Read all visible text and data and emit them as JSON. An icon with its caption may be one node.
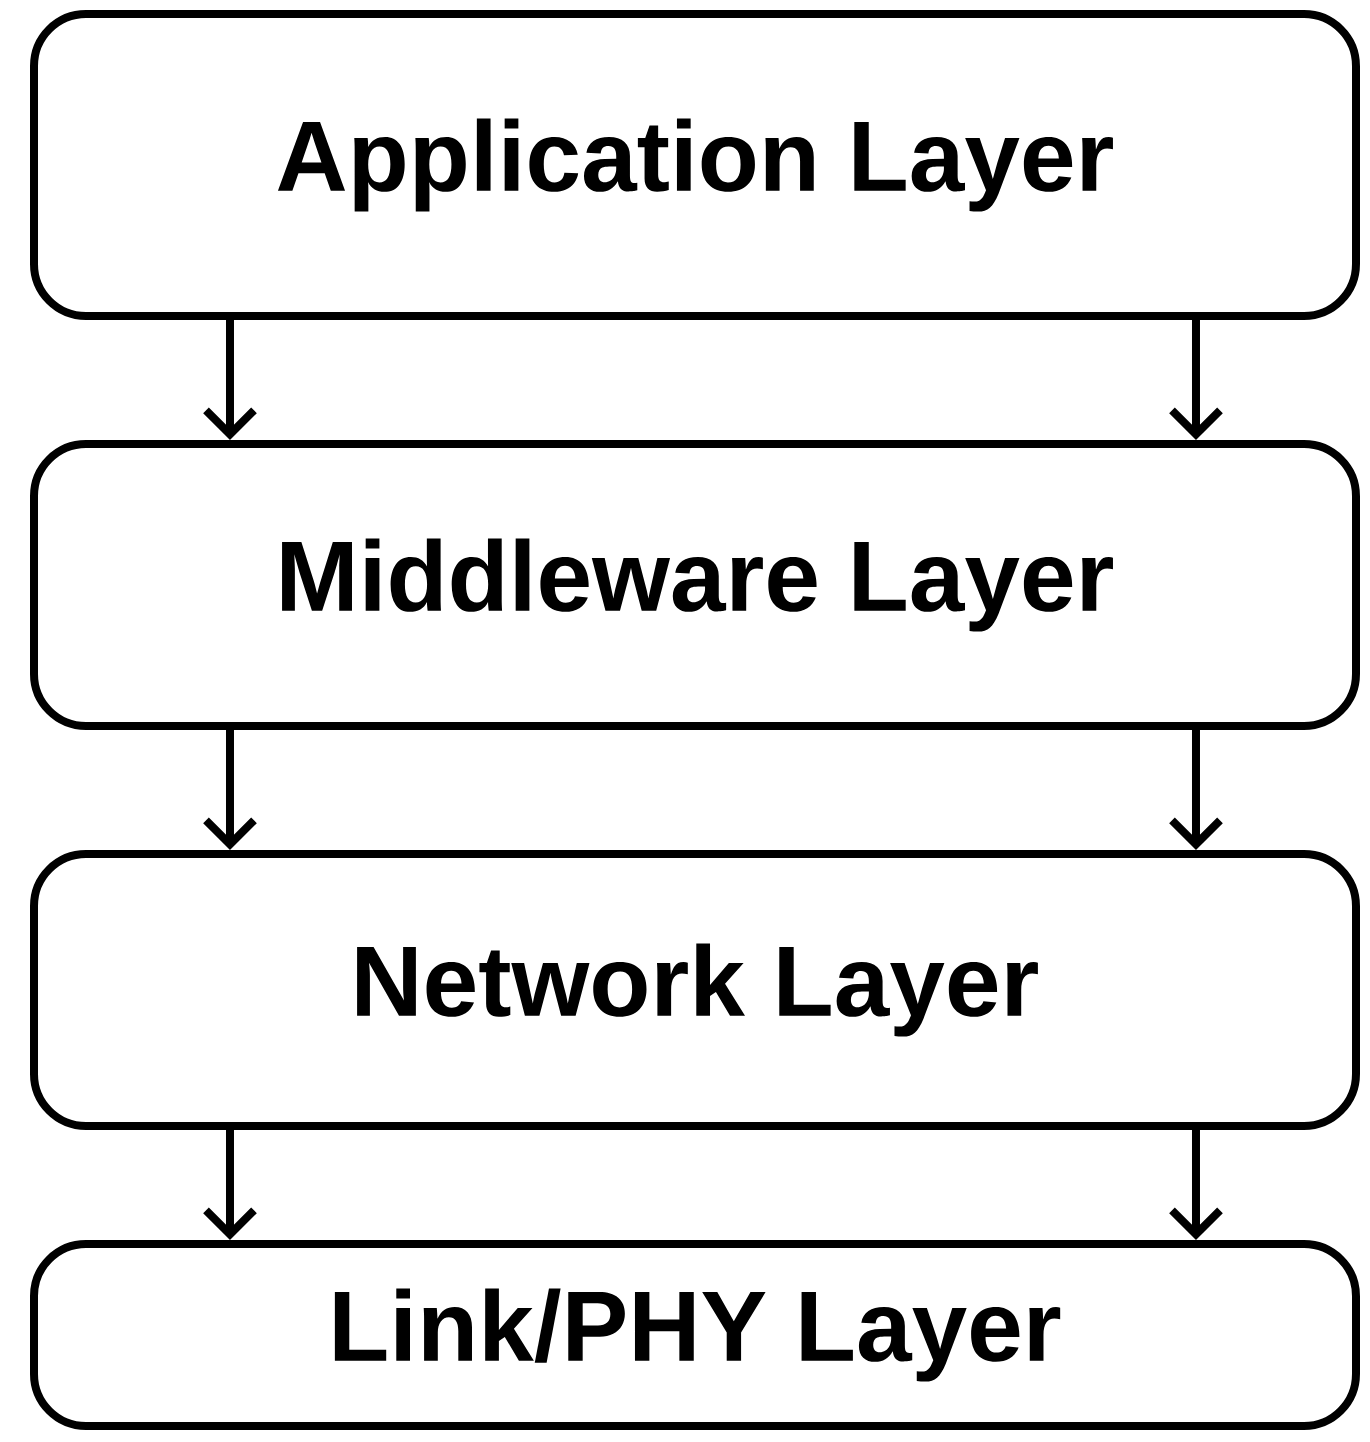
{
  "diagram": {
    "nodes": [
      {
        "text": [
          "Application Layer"
        ]
      },
      {
        "text": [
          "Middleware Layer"
        ]
      },
      {
        "text": [
          "Network Layer"
        ]
      },
      {
        "text": [
          "Link/PHY Layer"
        ]
      }
    ],
    "edges": [
      {
        "from": 0,
        "to": 1,
        "arrow": "to"
      },
      {
        "from": 0,
        "to": 1,
        "arrow": "to"
      },
      {
        "from": 1,
        "to": 2,
        "arrow": "to"
      },
      {
        "from": 1,
        "to": 2,
        "arrow": "to"
      },
      {
        "from": 2,
        "to": 3,
        "arrow": "to"
      },
      {
        "from": 2,
        "to": 3,
        "arrow": "to"
      }
    ]
  }
}
